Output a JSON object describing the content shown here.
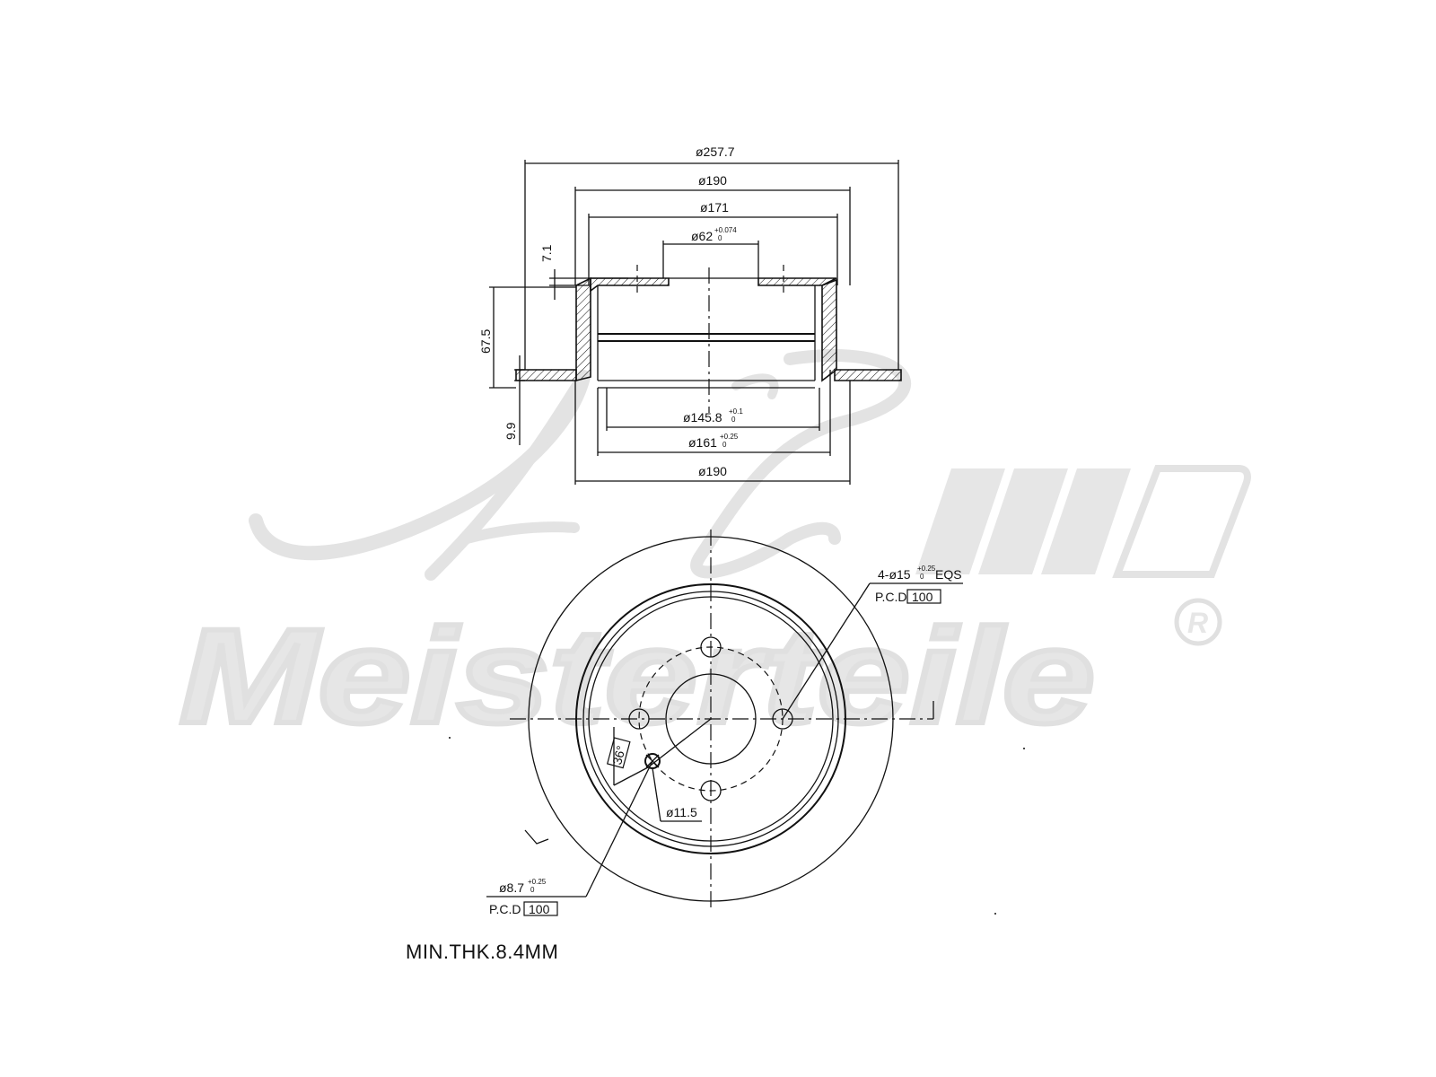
{
  "watermark": {
    "brand_initials": "A.L.",
    "brand_name": "Meisterteile",
    "registered_mark": "R"
  },
  "section_view": {
    "dims": {
      "outer_diameter": "ø257.7",
      "hat_outer_diameter": "ø190",
      "hat_inner_diameter": "ø171",
      "center_bore": "ø62",
      "center_bore_tol": "+0.074",
      "center_bore_tol_low": "0",
      "hat_depth": "7.1",
      "overall_height": "67.5",
      "disc_thickness": "9.9",
      "drum_diameter": "ø145.8",
      "drum_tol": "+0.1",
      "drum_tol_low": "0",
      "drum_outer": "ø161",
      "drum_outer_tol": "+0.25",
      "drum_outer_tol_low": "0",
      "bottom_diameter": "ø190"
    }
  },
  "face_view": {
    "bolt_holes": "4-ø15",
    "bolt_holes_tol": "+0.25",
    "bolt_holes_tol_low": "0",
    "bolt_holes_suffix": "EQS",
    "pcd_label": "P.C.D",
    "pcd_value": "100",
    "angle": "36°",
    "small_hole": "ø11.5",
    "pin_hole": "ø8.7",
    "pin_hole_tol": "+0.25",
    "pin_hole_tol_low": "0",
    "pin_pcd_label": "P.C.D",
    "pin_pcd_value": "100"
  },
  "note": "MIN.THK.8.4MM"
}
